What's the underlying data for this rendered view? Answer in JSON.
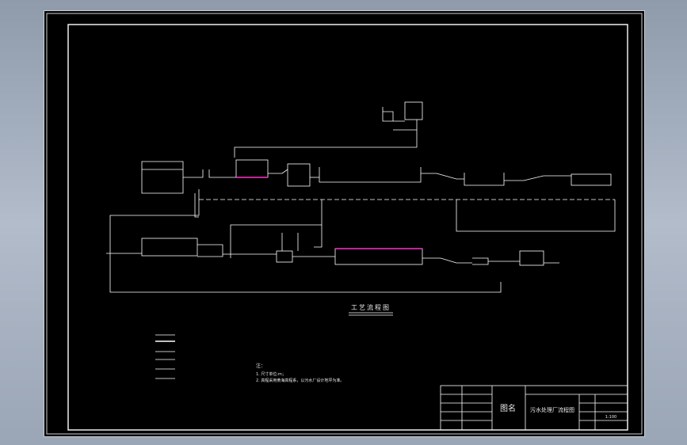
{
  "drawing": {
    "main_title": "工艺流程图",
    "notes": {
      "title": "注：",
      "lines": [
        "1. 尺寸单位:m；",
        "2. 高程采用黄海高程系，以污水厂设计地坪为准。"
      ]
    },
    "title_block": {
      "name_label": "图名",
      "name_value": "污水处理厂流程图",
      "scale_value": "1:100"
    }
  },
  "colors": {
    "line": "#ffffff",
    "accent_magenta": "#ff33cc",
    "background": "#000000"
  }
}
